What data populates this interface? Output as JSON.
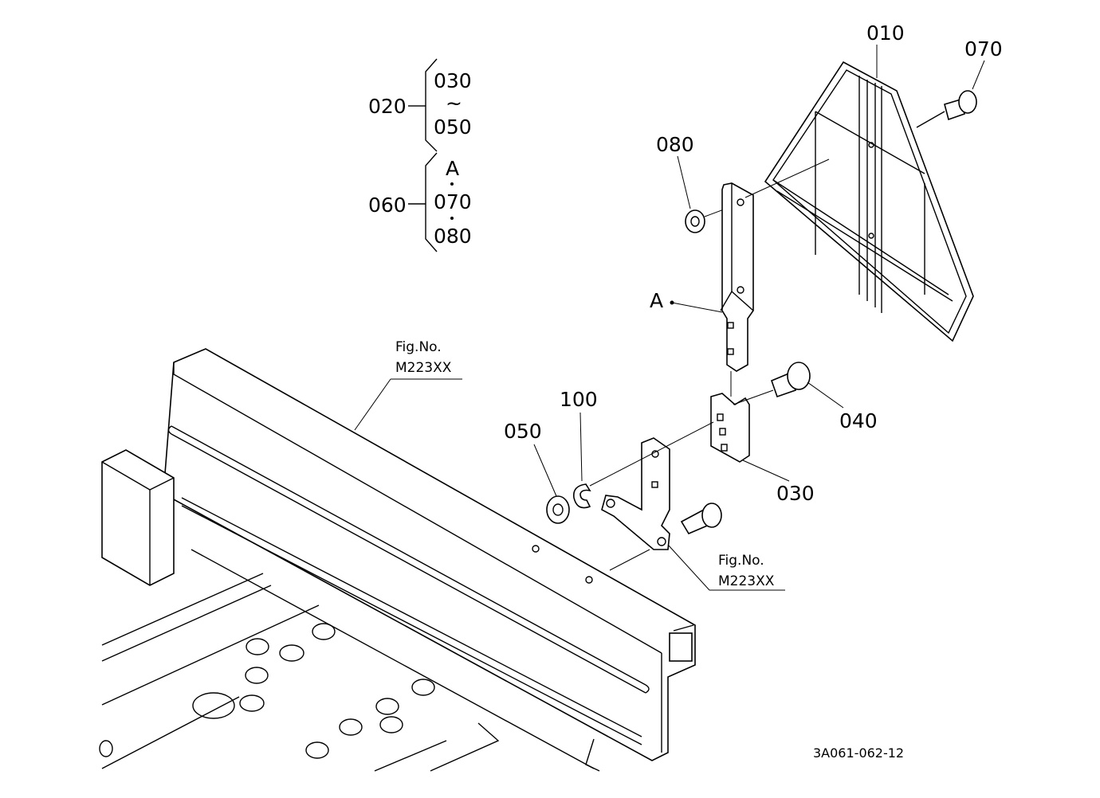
{
  "legend": {
    "group_020": {
      "parent": "020",
      "from": "030",
      "range_mark": "~",
      "to": "050"
    },
    "group_060": {
      "parent": "060",
      "items": [
        "A",
        "070",
        "080"
      ]
    }
  },
  "callouts": {
    "p010": "010",
    "p070": "070",
    "p080": "080",
    "pA": "A",
    "p040": "040",
    "p030": "030",
    "p050": "050",
    "p100": "100"
  },
  "figure_refs": [
    {
      "line1": "Fig.No.",
      "line2": "M223XX"
    },
    {
      "line1": "Fig.No.",
      "line2": "M223XX"
    }
  ],
  "drawing_number": "3A061-062-12"
}
